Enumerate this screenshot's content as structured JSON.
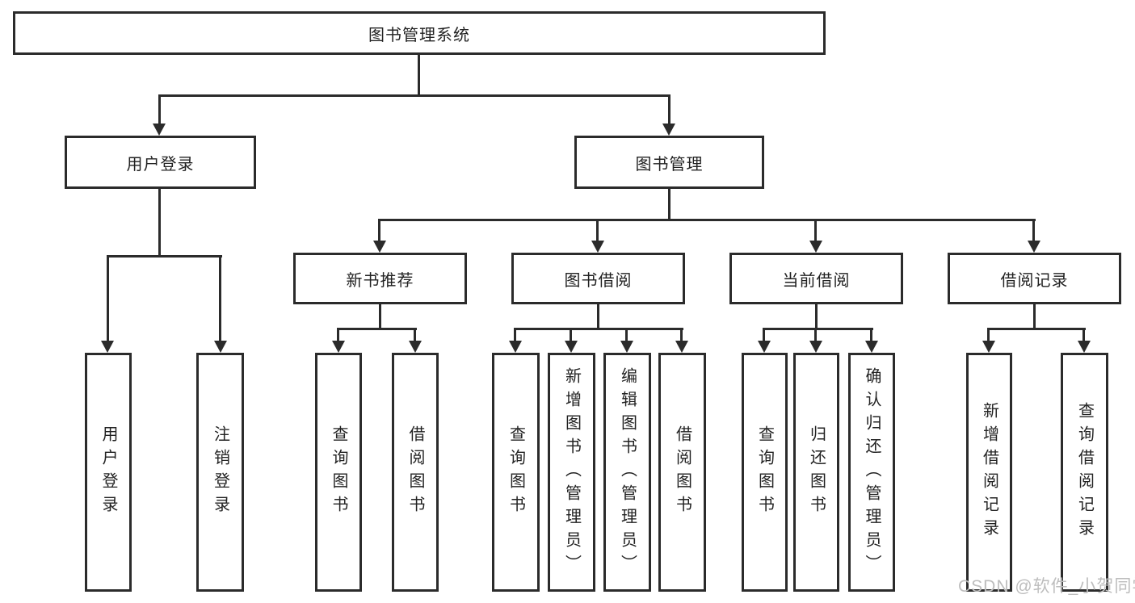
{
  "diagram": {
    "root_label": "图书管理系统",
    "branches": [
      {
        "label": "用户登录",
        "children": [
          {
            "label": "用户登录"
          },
          {
            "label": "注销登录"
          }
        ]
      },
      {
        "label": "图书管理",
        "children": [
          {
            "label": "新书推荐",
            "children": [
              {
                "label": "查询图书"
              },
              {
                "label": "借阅图书"
              }
            ]
          },
          {
            "label": "图书借阅",
            "children": [
              {
                "label": "查询图书"
              },
              {
                "label": "新增图书（管理员）"
              },
              {
                "label": "编辑图书（管理员）"
              },
              {
                "label": "借阅图书"
              }
            ]
          },
          {
            "label": "当前借阅",
            "children": [
              {
                "label": "查询图书"
              },
              {
                "label": "归还图书"
              },
              {
                "label": "确认归还（管理员）"
              }
            ]
          },
          {
            "label": "借阅记录",
            "children": [
              {
                "label": "新增借阅记录"
              },
              {
                "label": "查询借阅记录"
              }
            ]
          }
        ]
      }
    ],
    "watermark": "CSDN @软件_小贺同学",
    "colors": {
      "line": "#2b2b2b",
      "box_border": "#2b2b2b",
      "text": "#222222",
      "watermark": "#bdbdbd",
      "background": "#ffffff"
    }
  }
}
